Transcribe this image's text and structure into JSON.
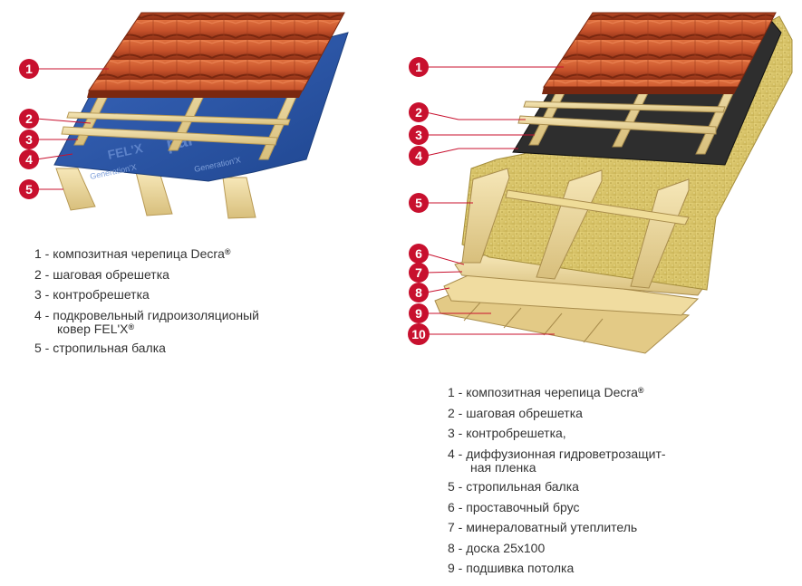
{
  "colors": {
    "tile": "#c8512a",
    "tile_dark": "#8e2f14",
    "wood": "#eed9a0",
    "wood_dark": "#c9ae6a",
    "membrane_blue": "#2b55a8",
    "membrane_dark": "#333333",
    "insulation": "#d9c56a",
    "callout_red": "#c8102e",
    "text": "#333333"
  },
  "left_diagram": {
    "membrane_text": [
      "pal",
      "Generation'X",
      "FEL'X"
    ],
    "callouts": [
      "1",
      "2",
      "3",
      "4",
      "5"
    ],
    "legend": [
      {
        "num": "1 - ",
        "text": "композитная черепица Decra",
        "sup": "®"
      },
      {
        "num": "2 - ",
        "text": "шаговая обрешетка"
      },
      {
        "num": "3 - ",
        "text": "контробрешетка"
      },
      {
        "num": "4 - ",
        "text": "подкровельный гидроизоляционый",
        "cont": "ковер FEL'X",
        "cont_sup": "®"
      },
      {
        "num": "5 - ",
        "text": "стропильная балка"
      }
    ]
  },
  "right_diagram": {
    "callouts": [
      "1",
      "2",
      "3",
      "4",
      "5",
      "6",
      "7",
      "8",
      "9",
      "10"
    ],
    "legend": [
      {
        "num": "1 - ",
        "text": "композитная черепица Decra",
        "sup": "®"
      },
      {
        "num": "2 - ",
        "text": "шаговая обрешетка"
      },
      {
        "num": "3 - ",
        "text": "контробрешетка,"
      },
      {
        "num": "4 - ",
        "text": "диффузионная гидроветрозащит-",
        "cont": "ная пленка"
      },
      {
        "num": "5 - ",
        "text": "стропильная балка"
      },
      {
        "num": "6 ",
        "text": "- проставочный брус"
      },
      {
        "num": "7 - ",
        "text": "минераловатный утеплитель"
      },
      {
        "num": "8 - ",
        "text": "доска 25х100"
      },
      {
        "num": "9 - ",
        "text": "подшивка потолка"
      }
    ]
  }
}
